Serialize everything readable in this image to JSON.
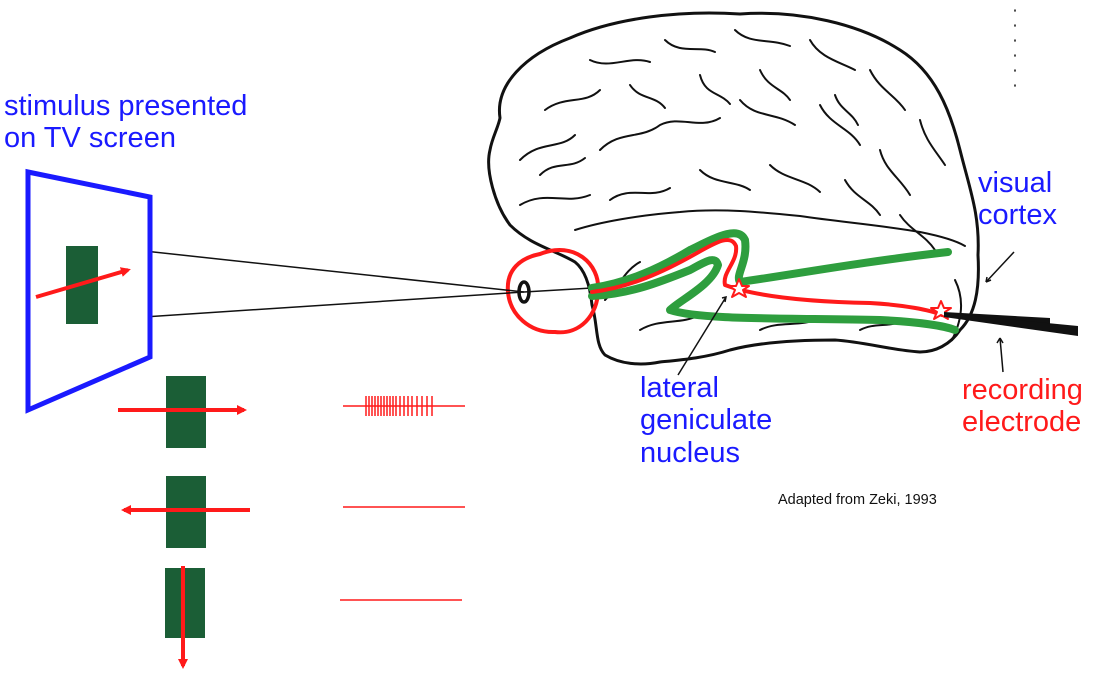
{
  "labels": {
    "stimulus_line1": "stimulus presented",
    "stimulus_line2": "on TV screen",
    "visual_cortex_line1": "visual",
    "visual_cortex_line2": "cortex",
    "lgn_line1": "lateral",
    "lgn_line2": "geniculate",
    "lgn_line3": "nucleus",
    "electrode_line1": "recording",
    "electrode_line2": "electrode",
    "credit": "Adapted from Zeki, 1993"
  },
  "colors": {
    "screen": "#1a1aff",
    "stimulus_bar": "#1b5e36",
    "motion_arrow": "#ff1a1a",
    "pathway_outer": "#2e9e3e",
    "pathway_inner": "#ff1a1a",
    "label_blue": "#1a1aff",
    "label_red": "#ff1a1a"
  },
  "stimulus_trials": [
    {
      "direction": "right",
      "response": "burst of spikes"
    },
    {
      "direction": "left",
      "response": "no response"
    },
    {
      "direction": "down",
      "response": "no response"
    }
  ]
}
